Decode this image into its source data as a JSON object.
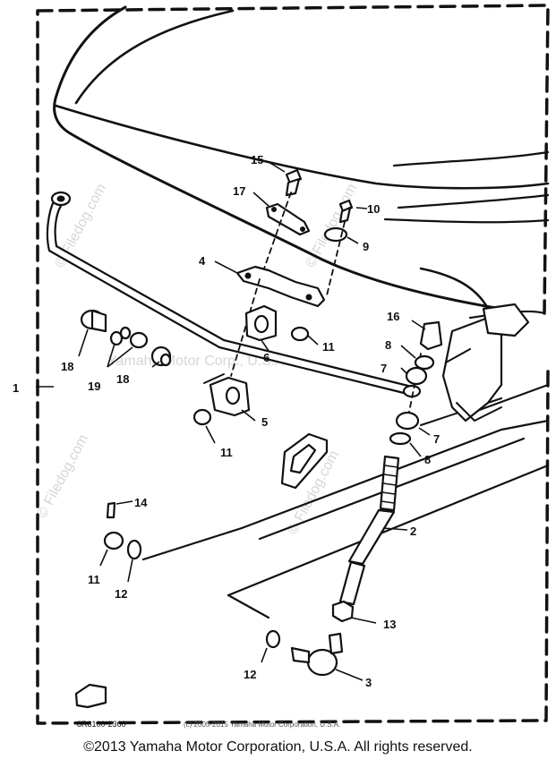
{
  "watermarks": {
    "center": "Yamaha Motor Corp., U.S.A.",
    "filedog": "© Filedog.com"
  },
  "callouts": {
    "c1": "1",
    "c2": "2",
    "c3": "3",
    "c4": "4",
    "c5": "5",
    "c6": "6",
    "c7a": "7",
    "c7b": "7",
    "c8a": "8",
    "c8b": "8",
    "c9": "9",
    "c10": "10",
    "c11a": "11",
    "c11b": "11",
    "c11c": "11",
    "c12a": "12",
    "c12b": "12",
    "c13": "13",
    "c14": "14",
    "c15": "15",
    "c16": "16",
    "c17": "17",
    "c18a": "18",
    "c18b": "18",
    "c19": "19"
  },
  "drawing_code": "8R8100-2360",
  "small_copyright": "(c) 2005-2015 Yamaha Motor Corporation, U.S.A.",
  "copyright": "©2013 Yamaha Motor Corporation, U.S.A. All rights reserved."
}
